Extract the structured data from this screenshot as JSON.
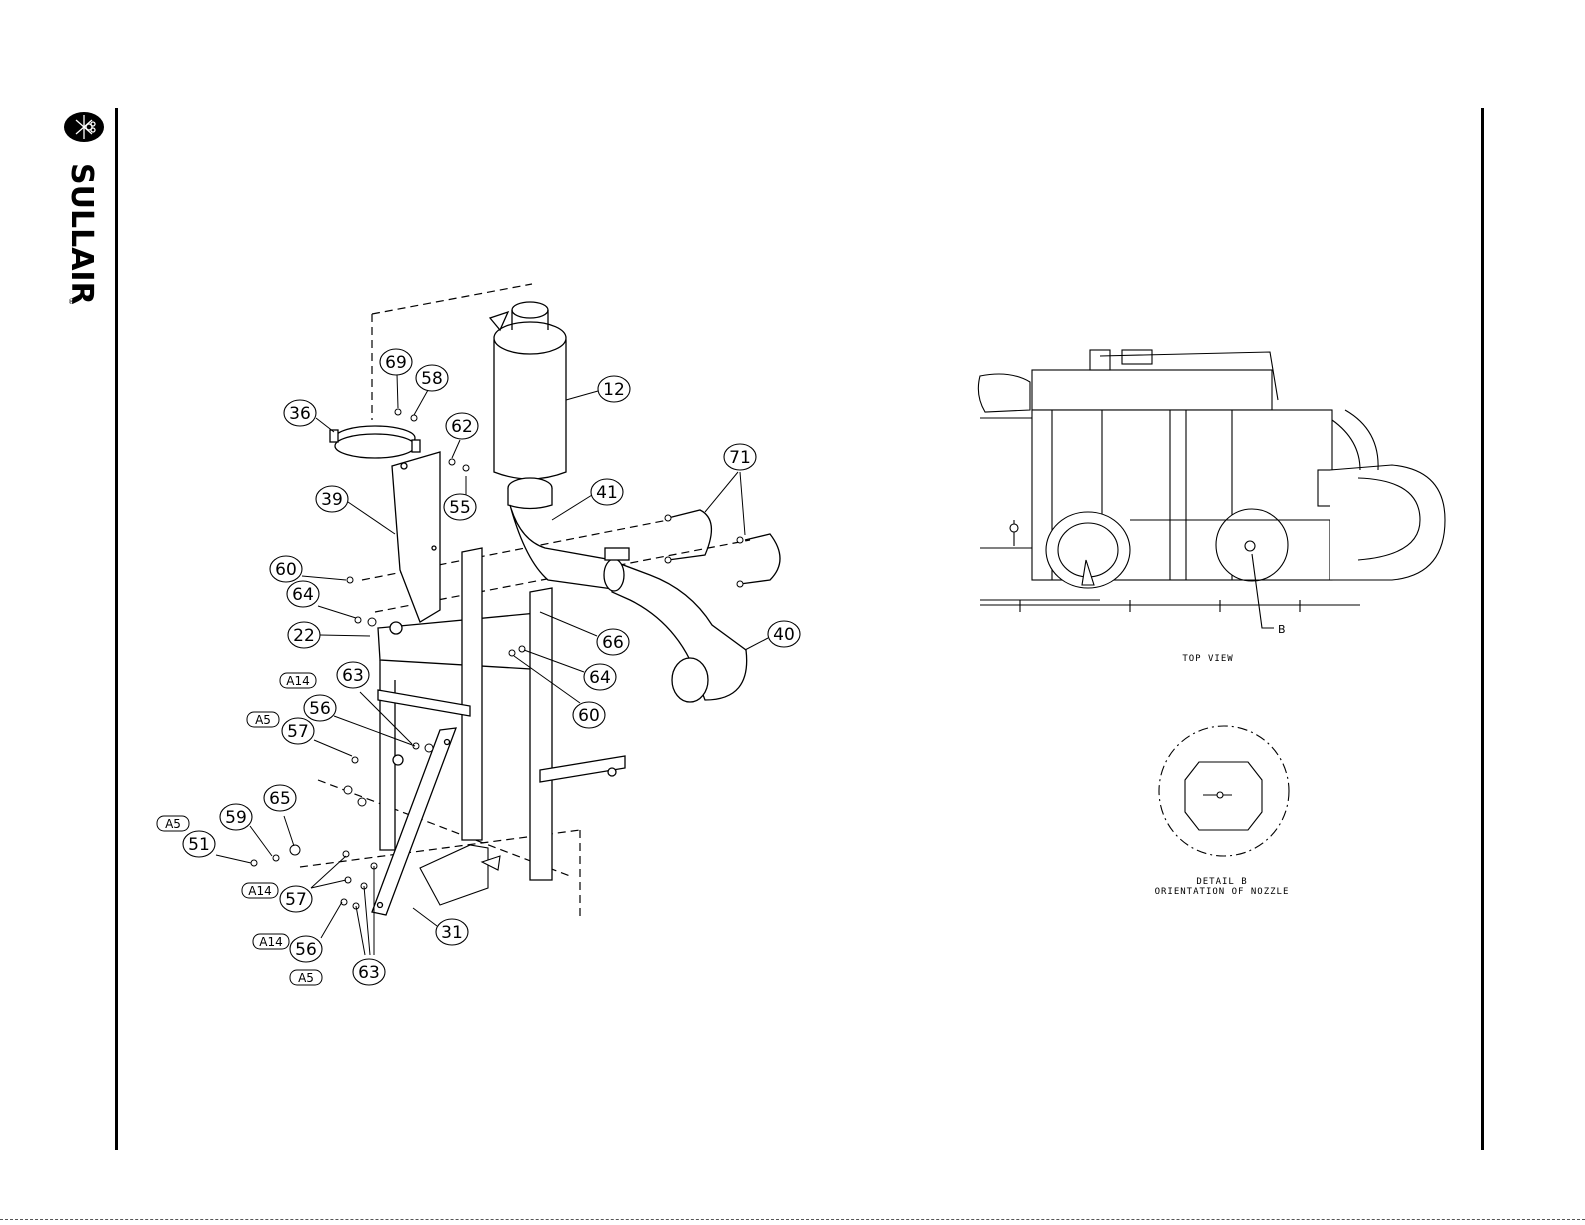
{
  "brand": {
    "logo_text": "SULLAIR",
    "registered_mark": "®"
  },
  "callouts": [
    "69",
    "58",
    "36",
    "62",
    "12",
    "39",
    "55",
    "41",
    "71",
    "60",
    "64",
    "22",
    "66",
    "64",
    "40",
    "60",
    "63",
    "56",
    "57",
    "65",
    "59",
    "51",
    "57",
    "31",
    "56",
    "63"
  ],
  "refs": [
    "A14",
    "A5",
    "A5",
    "A14",
    "A14",
    "A5"
  ],
  "top_view": {
    "caption": "TOP VIEW",
    "detail_marker": "B"
  },
  "detail": {
    "title": "DETAIL B",
    "subtitle": "ORIENTATION OF NOZZLE"
  }
}
